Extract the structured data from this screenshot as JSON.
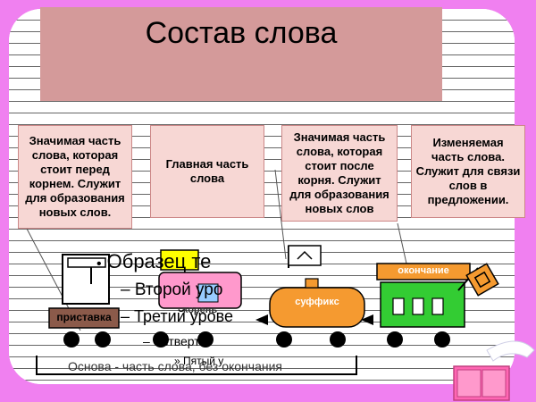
{
  "slide": {
    "title": "Состав слова"
  },
  "boxes": [
    {
      "text": "Значимая часть слова, которая стоит перед корнем. Служит для образования новых слов."
    },
    {
      "text": "Главная часть слова"
    },
    {
      "text": "Значимая часть слова, которая стоит после корня. Служит для образования новых слов"
    },
    {
      "text": "Изменяемая часть слова. Служит для связи слов в предложении."
    }
  ],
  "placeholder": {
    "level1": "Образец те",
    "level2": "– Второй уро",
    "level3": "– Третий урове",
    "level4": "– Четверт",
    "level5": "» Пятый у"
  },
  "train": {
    "prefix_label": "приставка",
    "root_label": "корень",
    "suffix_label": "суффикс",
    "ending_label": "окончание"
  },
  "base_label": "Основа - часть слова, без окончания",
  "colors": {
    "background": "#f080f0",
    "title_fill": "#d49a9a",
    "box_fill": "#f7d7d4",
    "suffix_car": "#f59a30",
    "ending_car": "#33cc33",
    "root_car": "#ff99cc",
    "prefix_plate": "#8b5a4a"
  }
}
